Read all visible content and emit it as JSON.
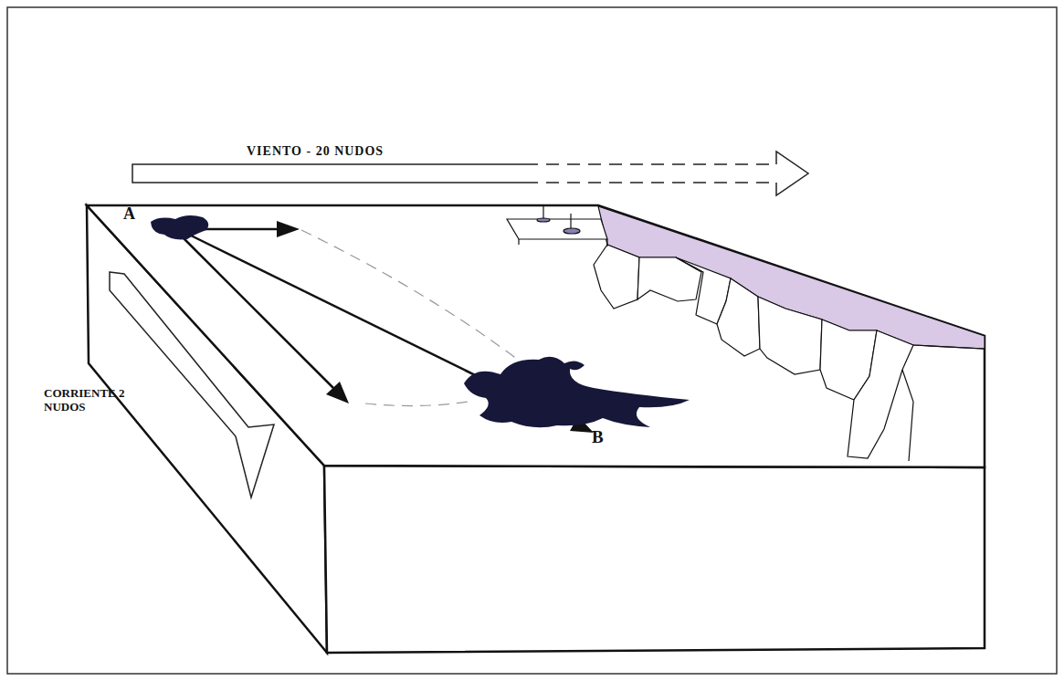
{
  "diagram": {
    "labels": [
      "VIENTO - 20 NUDOS",
      "A",
      "B",
      "CORRIENTE 2 NUDOS"
    ]
  }
}
